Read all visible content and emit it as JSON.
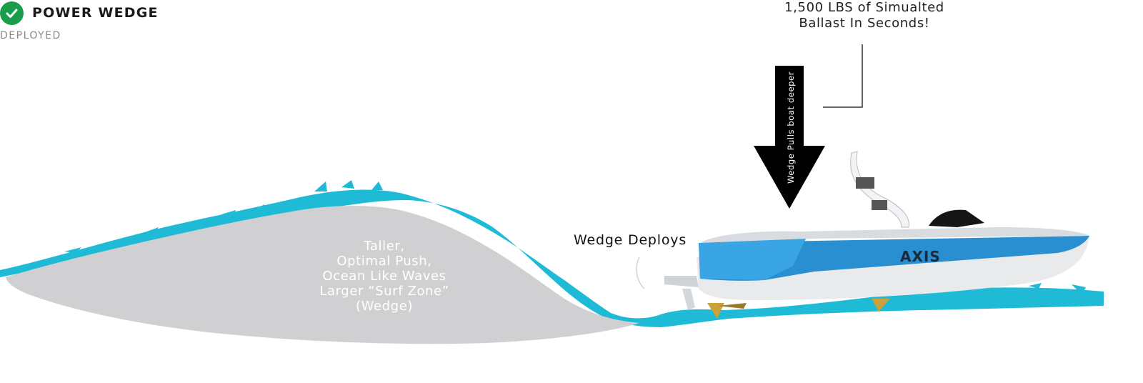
{
  "status": {
    "title": "POWER WEDGE",
    "subtitle": "DEPLOYED",
    "check_icon": "check-circle-icon",
    "check_color": "#1a9d4b"
  },
  "callout": {
    "line1": "1,500 LBS of Simualted",
    "line2": "Ballast In Seconds!"
  },
  "arrow": {
    "label": "Wedge Pulls boat deeper",
    "icon": "down-arrow-icon",
    "color": "#000000"
  },
  "wedge_label": "Wedge Deploys",
  "wave": {
    "lines": [
      "Taller,",
      "Optimal Push,",
      "Ocean Like Waves",
      "Larger “Surf Zone”",
      "(Wedge)"
    ],
    "fill_color": "#d0d0d2",
    "water_color": "#1fbbd6"
  },
  "boat": {
    "brand": "AXIS",
    "hull_color": "#2a8fd0",
    "deck_color": "#e6e8ea"
  }
}
